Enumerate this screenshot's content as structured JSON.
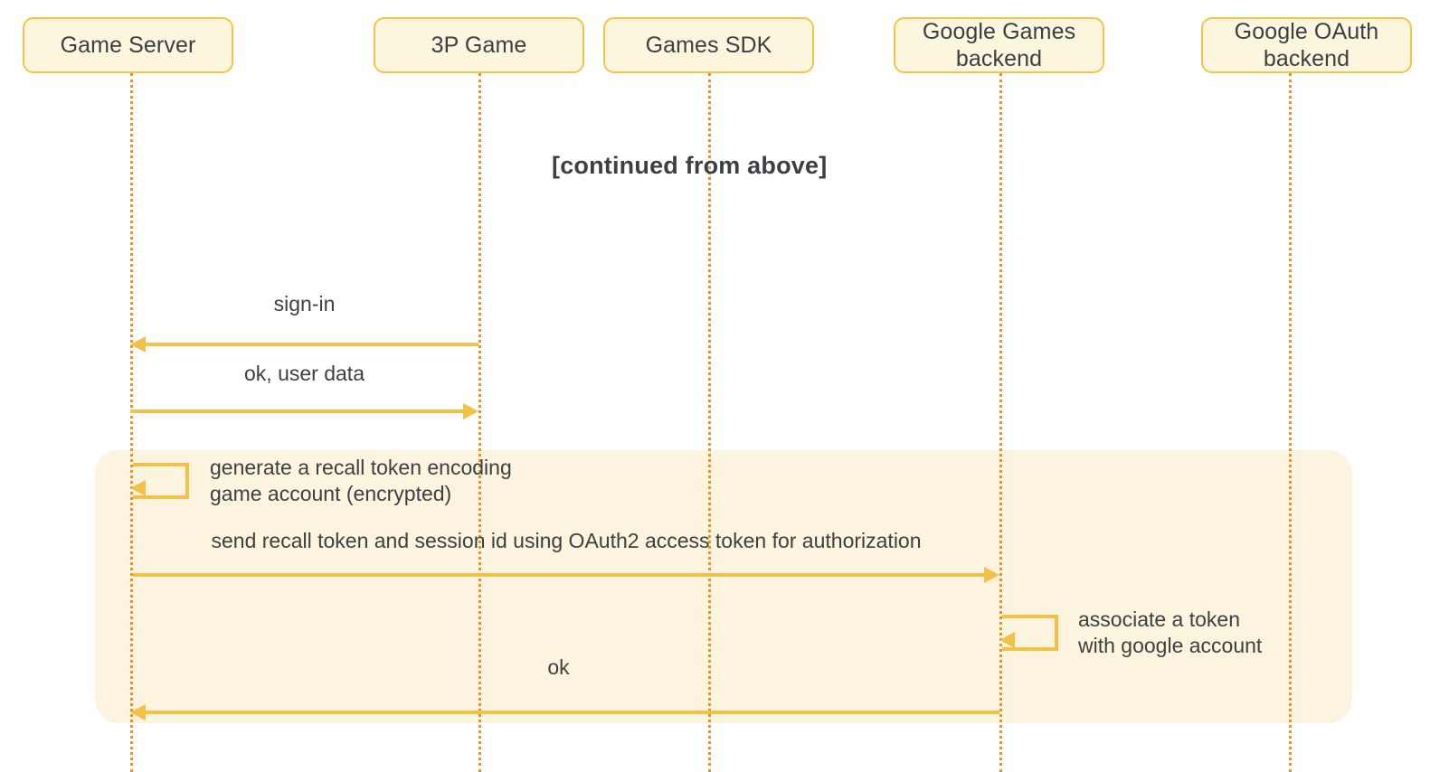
{
  "diagram": {
    "type": "sequence-diagram",
    "title": "",
    "note": "[continued from above]",
    "colors": {
      "box_fill": "#FDF6DF",
      "box_border": "#F4C445",
      "lifeline": "#E8922E",
      "arrow": "#F2C14A",
      "highlight_fill": "#FCF4DF",
      "text": "#3C4043",
      "background": "#FFFFFF"
    },
    "participants": [
      {
        "id": "game-server",
        "label": "Game Server"
      },
      {
        "id": "3p-game",
        "label": "3P Game"
      },
      {
        "id": "games-sdk",
        "label": "Games SDK"
      },
      {
        "id": "google-games-backend",
        "label": "Google Games\nbackend",
        "line1": "Google Games",
        "line2": "backend"
      },
      {
        "id": "google-oauth-backend",
        "label": "Google OAuth\nbackend",
        "line1": "Google OAuth",
        "line2": "backend"
      }
    ],
    "messages": [
      {
        "id": "sign-in",
        "label": "sign-in",
        "from": "3P Game",
        "to": "Game Server",
        "direction": "left",
        "kind": "call"
      },
      {
        "id": "ok-user-data",
        "label": "ok, user data",
        "from": "Game Server",
        "to": "3P Game",
        "direction": "right",
        "kind": "return"
      },
      {
        "id": "generate-recall-token",
        "label": "generate a recall token encoding game account (encrypted)",
        "line1": "generate a recall token encoding",
        "line2": "game account (encrypted)",
        "from": "Game Server",
        "to": "Game Server",
        "direction": "self",
        "kind": "self-call"
      },
      {
        "id": "send-recall-token",
        "label": "send recall token and session id using OAuth2 access token for authorization",
        "from": "Game Server",
        "to": "Google Games backend",
        "direction": "right",
        "kind": "call"
      },
      {
        "id": "associate-token",
        "label": "associate a token with google account",
        "line1": "associate a token",
        "line2": "with google account",
        "from": "Google Games backend",
        "to": "Google Games backend",
        "direction": "self",
        "kind": "self-call"
      },
      {
        "id": "ok",
        "label": "ok",
        "from": "Google Games backend",
        "to": "Game Server",
        "direction": "left",
        "kind": "return"
      }
    ],
    "highlight": {
      "id": "recall-token-block",
      "label": ""
    }
  }
}
